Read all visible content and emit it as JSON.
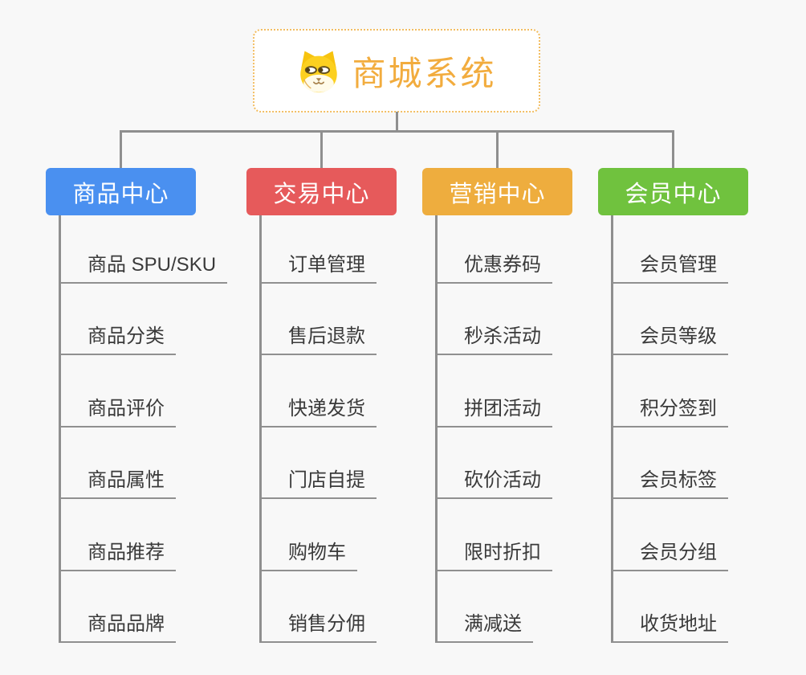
{
  "canvas": {
    "background": "#f8f8f8",
    "connector_color": "#8f8f8f"
  },
  "root": {
    "label": "商城系统",
    "icon": "dog-face-icon",
    "text_color": "#f2ac3e",
    "border_color": "#f2bd61"
  },
  "branches": [
    {
      "label": "商品中心",
      "color": "#4a90f0",
      "children": [
        "商品 SPU/SKU",
        "商品分类",
        "商品评价",
        "商品属性",
        "商品推荐",
        "商品品牌"
      ]
    },
    {
      "label": "交易中心",
      "color": "#e65a5b",
      "children": [
        "订单管理",
        "售后退款",
        "快递发货",
        "门店自提",
        "购物车",
        "销售分佣"
      ]
    },
    {
      "label": "营销中心",
      "color": "#eead3e",
      "children": [
        "优惠券码",
        "秒杀活动",
        "拼团活动",
        "砍价活动",
        "限时折扣",
        "满减送"
      ]
    },
    {
      "label": "会员中心",
      "color": "#70c23e",
      "children": [
        "会员管理",
        "会员等级",
        "积分签到",
        "会员标签",
        "会员分组",
        "收货地址"
      ]
    }
  ]
}
